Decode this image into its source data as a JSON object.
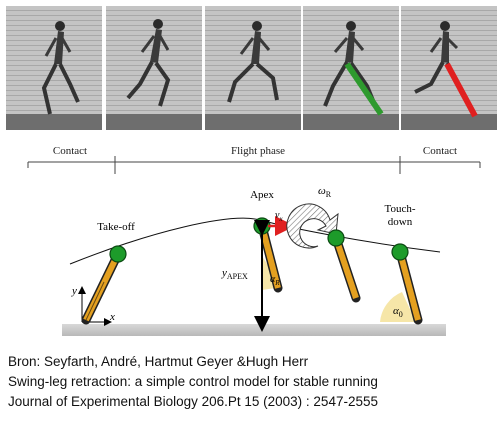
{
  "phases": {
    "contact_left": "Contact",
    "flight": "Flight phase",
    "contact_right": "Contact"
  },
  "labels": {
    "takeoff": "Take-off",
    "apex": "Apex",
    "touchdown_line1": "Touch-",
    "touchdown_line2": "down",
    "vx": "v",
    "vx_sub": "x",
    "omega": "ω",
    "omega_sub": "R",
    "alpha_r": "α",
    "alpha_r_sub": "R",
    "alpha_0": "α",
    "alpha_0_sub": "0",
    "y_apex": "y",
    "y_apex_sub": "APEX",
    "axis_x": "x",
    "axis_y": "y"
  },
  "colors": {
    "leg_marker_green": "#2e9a2e",
    "leg_marker_red": "#e02020",
    "mass": "#1d9b2a",
    "leg": "#e4a020",
    "angle_fill": "#f6e6a8"
  },
  "caption": {
    "line1": "Bron: Seyfarth, André, Hartmut Geyer &Hugh Herr",
    "line2": "Swing-leg retraction: a simple control model for stable running",
    "line3": "Journal of Experimental Biology 206.Pt 15 (2003) : 2547-2555"
  }
}
